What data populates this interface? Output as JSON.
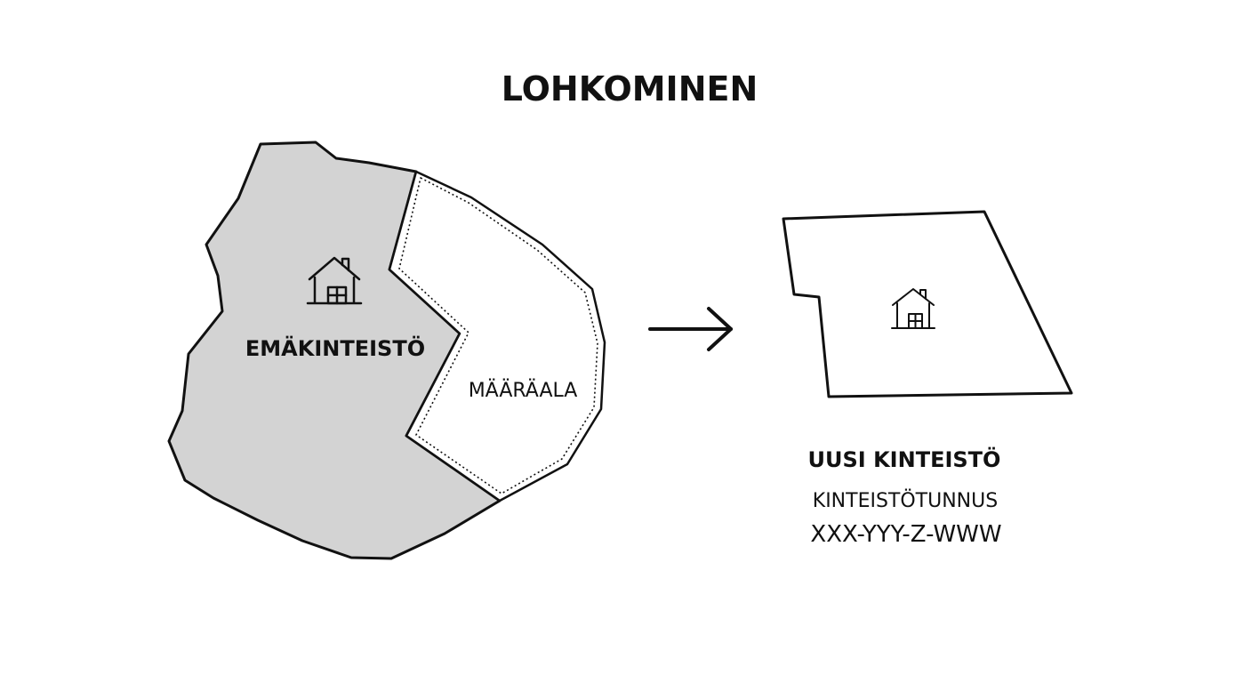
{
  "title": "LOHKOMINEN",
  "parent_parcel": {
    "label": "EMÄKINTEISTÖ",
    "icon": "house-icon",
    "fill_color": "#d3d3d3"
  },
  "sub_area": {
    "label": "MÄÄRÄALA",
    "icon": "dotted-border",
    "fill_color": "#ffffff"
  },
  "transition": {
    "icon": "arrow-right-icon"
  },
  "new_parcel": {
    "title": "UUSI KINTEISTÖ",
    "id_label": "KINTEISTÖTUNNUS",
    "id_value": "XXX-YYY-Z-WWW",
    "icon": "house-icon"
  },
  "colors": {
    "stroke": "#111111",
    "parent_fill": "#d3d3d3",
    "background": "#ffffff"
  }
}
